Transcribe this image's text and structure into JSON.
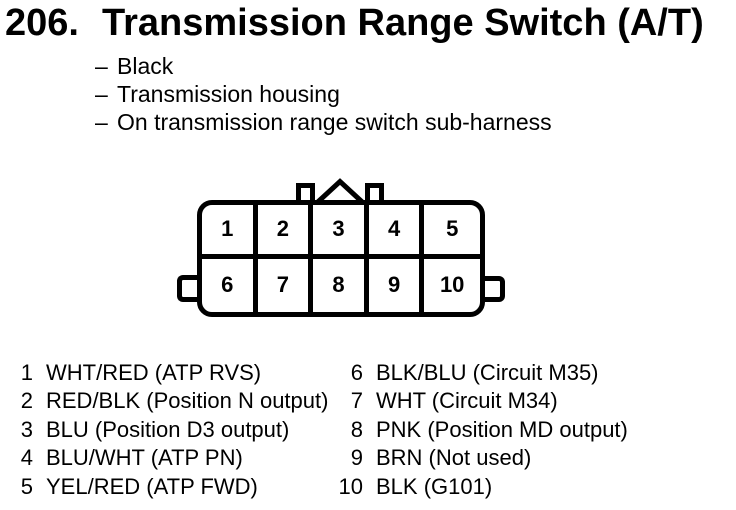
{
  "colors": {
    "ink": "#000000",
    "paper": "#ffffff"
  },
  "header": {
    "number": "206.",
    "title": "Transmission Range Switch (A/T)"
  },
  "notes": {
    "dash": "–",
    "items": [
      "Black",
      "Transmission housing",
      "On transmission range switch sub-harness"
    ]
  },
  "connector": {
    "rows": [
      [
        "1",
        "2",
        "3",
        "4",
        "5"
      ],
      [
        "6",
        "7",
        "8",
        "9",
        "10"
      ]
    ]
  },
  "pin_list": {
    "left": [
      {
        "num": "1",
        "desc": "WHT/RED (ATP RVS)"
      },
      {
        "num": "2",
        "desc": "RED/BLK (Position N output)"
      },
      {
        "num": "3",
        "desc": "BLU (Position D3 output)"
      },
      {
        "num": "4",
        "desc": "BLU/WHT (ATP PN)"
      },
      {
        "num": "5",
        "desc": "YEL/RED (ATP FWD)"
      }
    ],
    "right": [
      {
        "num": "6",
        "desc": "BLK/BLU (Circuit M35)"
      },
      {
        "num": "7",
        "desc": "WHT (Circuit M34)"
      },
      {
        "num": "8",
        "desc": "PNK (Position MD output)"
      },
      {
        "num": "9",
        "desc": "BRN (Not used)"
      },
      {
        "num": "10",
        "desc": "BLK (G101)"
      }
    ]
  }
}
